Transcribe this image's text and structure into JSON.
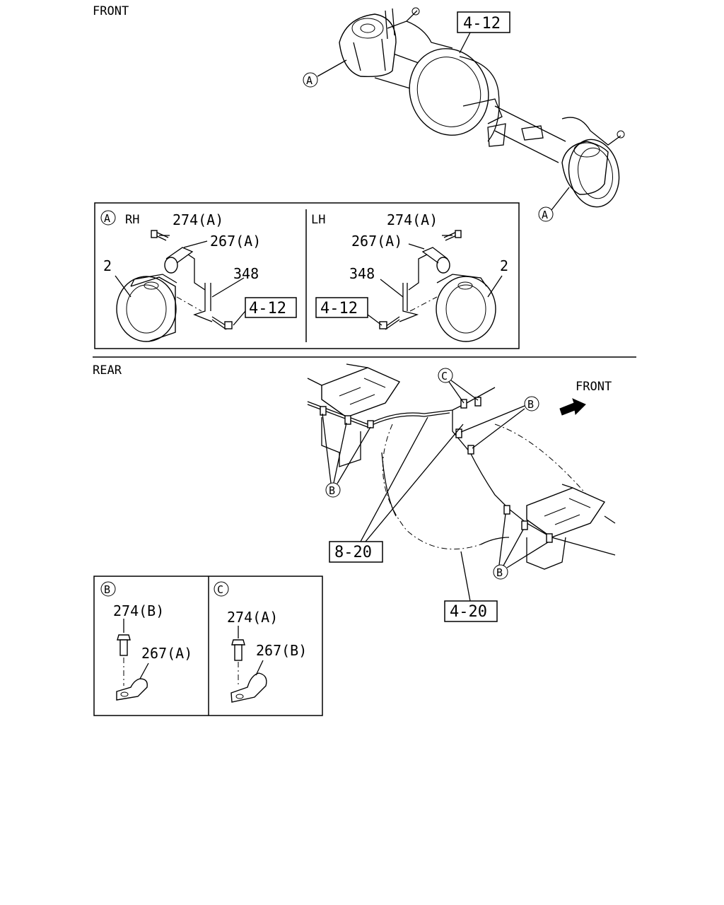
{
  "sections": {
    "front_title": "FRONT",
    "rear_title": "REAR"
  },
  "front": {
    "ref_top": "4-12",
    "callout_a_left": "A",
    "callout_a_right": "A"
  },
  "detail_a": {
    "marker": "A",
    "rh_label": "RH",
    "lh_label": "LH",
    "rh": {
      "bolt": "274(A)",
      "clip": "267(A)",
      "bracket": "348",
      "housing": "2",
      "ref": "4-12"
    },
    "lh": {
      "bolt": "274(A)",
      "clip": "267(A)",
      "bracket": "348",
      "housing": "2",
      "ref": "4-12"
    }
  },
  "rear": {
    "front_arrow_label": "FRONT",
    "callout_c": "C",
    "callout_b_upper_right": "B",
    "callout_b_left": "B",
    "callout_b_lower_right": "B",
    "ref_hose": "8-20",
    "ref_axle": "4-20"
  },
  "detail_b": {
    "marker": "B",
    "bolt": "274(B)",
    "clip": "267(A)"
  },
  "detail_c": {
    "marker": "C",
    "bolt": "274(A)",
    "clip": "267(B)"
  }
}
